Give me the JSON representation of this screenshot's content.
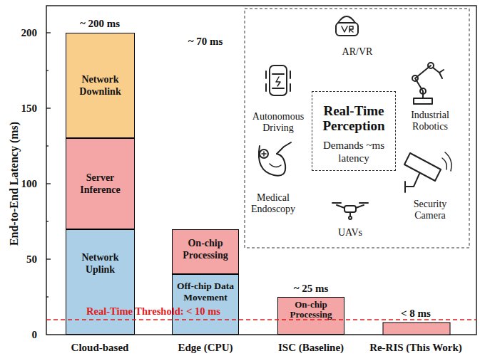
{
  "diagram": {
    "nodes": [
      {
        "text": [
          "Network Downlink"
        ]
      },
      {
        "text": [
          "Server Inference"
        ]
      },
      {
        "text": [
          "Network Uplink"
        ]
      },
      {
        "text": [
          "On-chip Processing"
        ]
      },
      {
        "text": [
          "Off-chip Data Movement"
        ]
      },
      {
        "text": [
          "On-chip Processing"
        ]
      },
      {
        "text": [
          "Real-Time Perception",
          "Demands ~ms latency"
        ]
      }
    ],
    "labels": [
      "End-to-End Latency (ms)",
      "0",
      "50",
      "100",
      "150",
      "200",
      "~ 200 ms",
      "~ 70 ms",
      "~ 25 ms",
      "< 8 ms",
      "Real-Time Threshold: < 10 ms",
      "Cloud-based",
      "Edge (CPU)",
      "ISC (Baseline)",
      "Re-RIS (This Work)",
      "AR/VR",
      "Autonomous Driving",
      "Industrial Robotics",
      "Medical Endoscopy",
      "Security Camera",
      "UAVs"
    ]
  }
}
